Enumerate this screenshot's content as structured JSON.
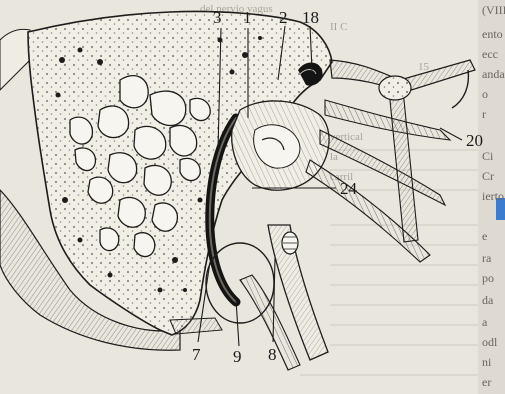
{
  "figure": {
    "labels": {
      "l3": "3",
      "l1": "1",
      "l2": "2",
      "l18": "18",
      "l20": "20",
      "l24": "24",
      "l7": "7",
      "l9": "9",
      "l8": "8"
    }
  },
  "right_margin": {
    "fragments": [
      "(VIII)",
      "ento",
      "ecc",
      "anda",
      "o",
      "r",
      "Ci",
      "Cr",
      "ierto",
      "e",
      "ra",
      "po",
      "da",
      "a",
      "odl",
      "ni",
      "er"
    ]
  },
  "background_text": {
    "lines": [
      "del nervio vagus",
      "II C",
      "15",
      "vertical",
      "la",
      "carril"
    ]
  },
  "colors": {
    "paper": "#e9e6de",
    "ink": "#1c1c1c",
    "bone": "#f1eee6",
    "accent_blue": "#3b7bd0"
  }
}
